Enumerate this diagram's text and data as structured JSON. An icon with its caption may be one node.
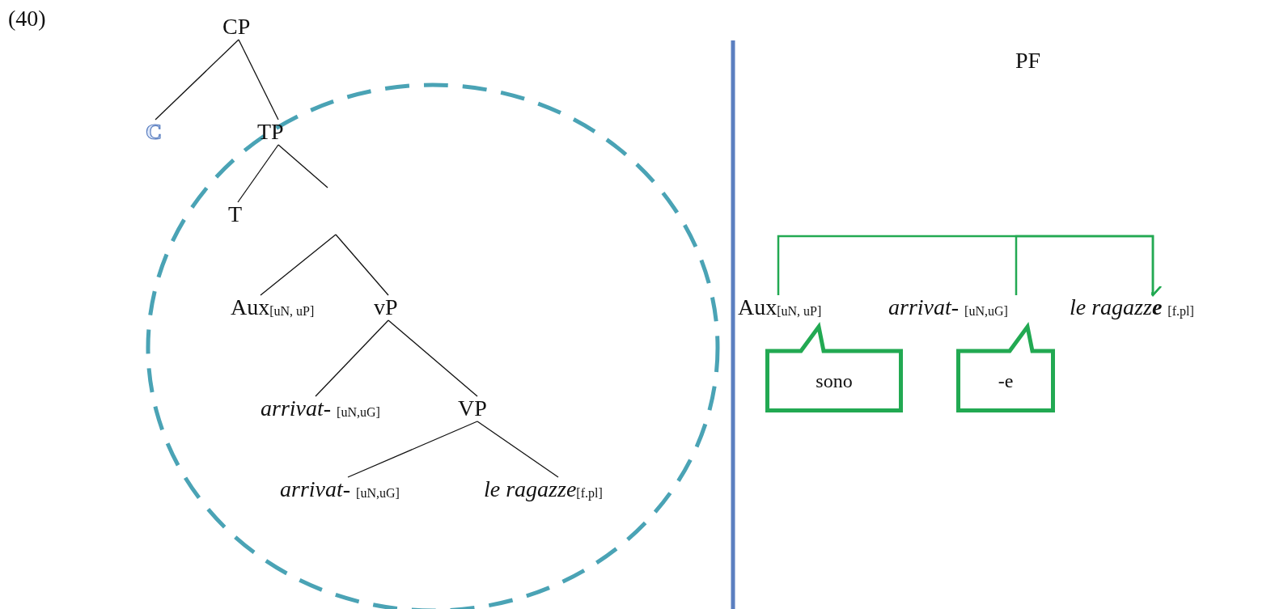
{
  "diagram": {
    "nodes": [
      {
        "text": [
          "CP"
        ]
      },
      {
        "text": [
          "C"
        ]
      },
      {
        "text": [
          "TP"
        ]
      },
      {
        "text": [
          "T"
        ]
      },
      {
        "text": [
          "Aux$_{[uN, uP]}$"
        ]
      },
      {
        "text": [
          "vP"
        ]
      },
      {
        "text": [
          "*arrivat-* $_{[uN,uG]}$"
        ]
      },
      {
        "text": [
          "VP"
        ]
      },
      {
        "text": [
          "*arrivat-* $_{[uN,uG]}$"
        ]
      },
      {
        "text": [
          "*le ragazze*$_{[f.pl]}$"
        ]
      },
      {
        "text": [
          "Aux$_{[uN, uP]}$"
        ]
      },
      {
        "text": [
          "*arrivat-* $_{[uN,uG]}$"
        ]
      },
      {
        "text": [
          "le ragazz**e** $_{[f.pl]}$"
        ]
      },
      {
        "text": [
          "sono"
        ]
      },
      {
        "text": [
          "-e"
        ]
      }
    ],
    "edges": [
      {
        "from": 0,
        "to": 1,
        "arrow": "none"
      },
      {
        "from": 0,
        "to": 2,
        "arrow": "none"
      },
      {
        "from": 2,
        "to": 3,
        "arrow": "none"
      },
      {
        "from": 2,
        "to": null,
        "arrow": "none"
      },
      {
        "from": null,
        "to": 4,
        "arrow": "none"
      },
      {
        "from": null,
        "to": 5,
        "arrow": "none"
      },
      {
        "from": 5,
        "to": 6,
        "arrow": "none"
      },
      {
        "from": 5,
        "to": 7,
        "arrow": "none"
      },
      {
        "from": 7,
        "to": 8,
        "arrow": "none"
      },
      {
        "from": 7,
        "to": 9,
        "arrow": "none"
      },
      {
        "from": 10,
        "to": 12,
        "arrow": "to",
        "color": "#22a952"
      },
      {
        "from": 11,
        "to": 12,
        "arrow": "to",
        "color": "#22a952"
      }
    ],
    "labels": [
      "(40)",
      "PF"
    ]
  }
}
